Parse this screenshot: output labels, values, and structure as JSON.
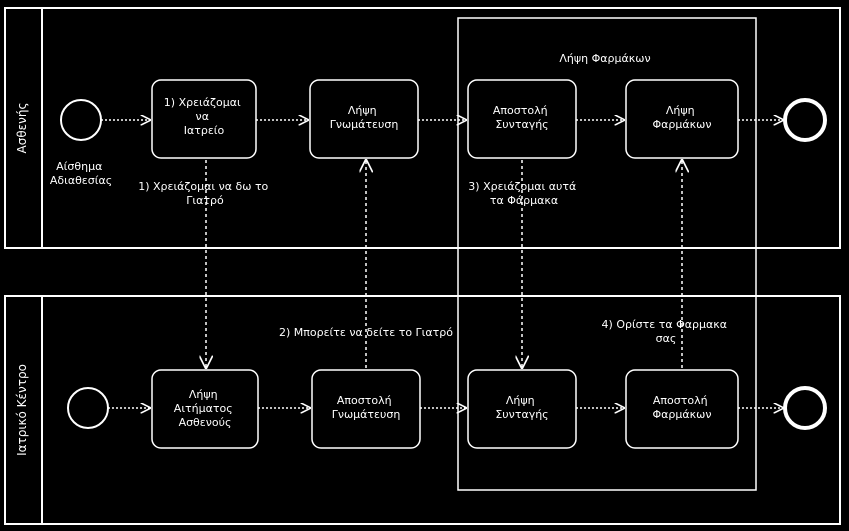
{
  "colors": {
    "background": "#000000",
    "line": "#ffffff",
    "text": "#ffffff"
  },
  "lanes": {
    "top": "Ασθενής",
    "bottom": "Ιατρικό Κέντρο"
  },
  "group": {
    "title": "Λήψη Φαρμάκων"
  },
  "events": {
    "top_start_label": [
      "Αίσθημα",
      "Αδιαθεσίας"
    ]
  },
  "tasks": {
    "t1": [
      "1) Χρειάζομαι",
      "να",
      "Ιατρείο"
    ],
    "t2": [
      "Λήψη",
      "Γνωμάτευση"
    ],
    "t3": [
      "Αποστολή",
      "Συνταγής"
    ],
    "t4": [
      "Λήψη",
      "Φαρμάκων"
    ],
    "b1": [
      "Λήψη",
      "Αιτήματος",
      "Ασθενούς"
    ],
    "b2": [
      "Αποστολή",
      "Γνωμάτευση"
    ],
    "b3": [
      "Λήψη",
      "Συνταγής"
    ],
    "b4": [
      "Αποστολή",
      "Φαρμάκων"
    ]
  },
  "messages": {
    "m1": [
      "1) Χρειάζομαι να δω το",
      "Γιατρό"
    ],
    "m2": [
      "2) Μπορείτε να δείτε το Γιατρό"
    ],
    "m3": [
      "3) Χρειάζομαι αυτά",
      "τα Φάρμακα"
    ],
    "m4": [
      "4) Ορίστε τα Φαρμακα",
      "σας"
    ]
  }
}
